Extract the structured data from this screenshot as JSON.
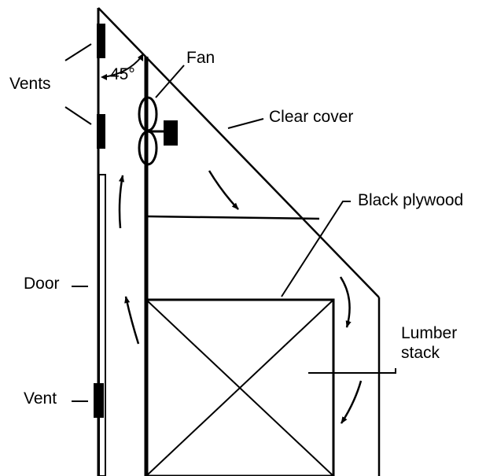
{
  "labels": {
    "vents": "Vents",
    "angle": "45°",
    "fan": "Fan",
    "clear_cover": "Clear cover",
    "black_plywood": "Black plywood",
    "door": "Door",
    "lumber_stack_line1": "Lumber",
    "lumber_stack_line2": "stack",
    "vent": "Vent"
  },
  "colors": {
    "ink": "#000000",
    "background": "#ffffff"
  }
}
